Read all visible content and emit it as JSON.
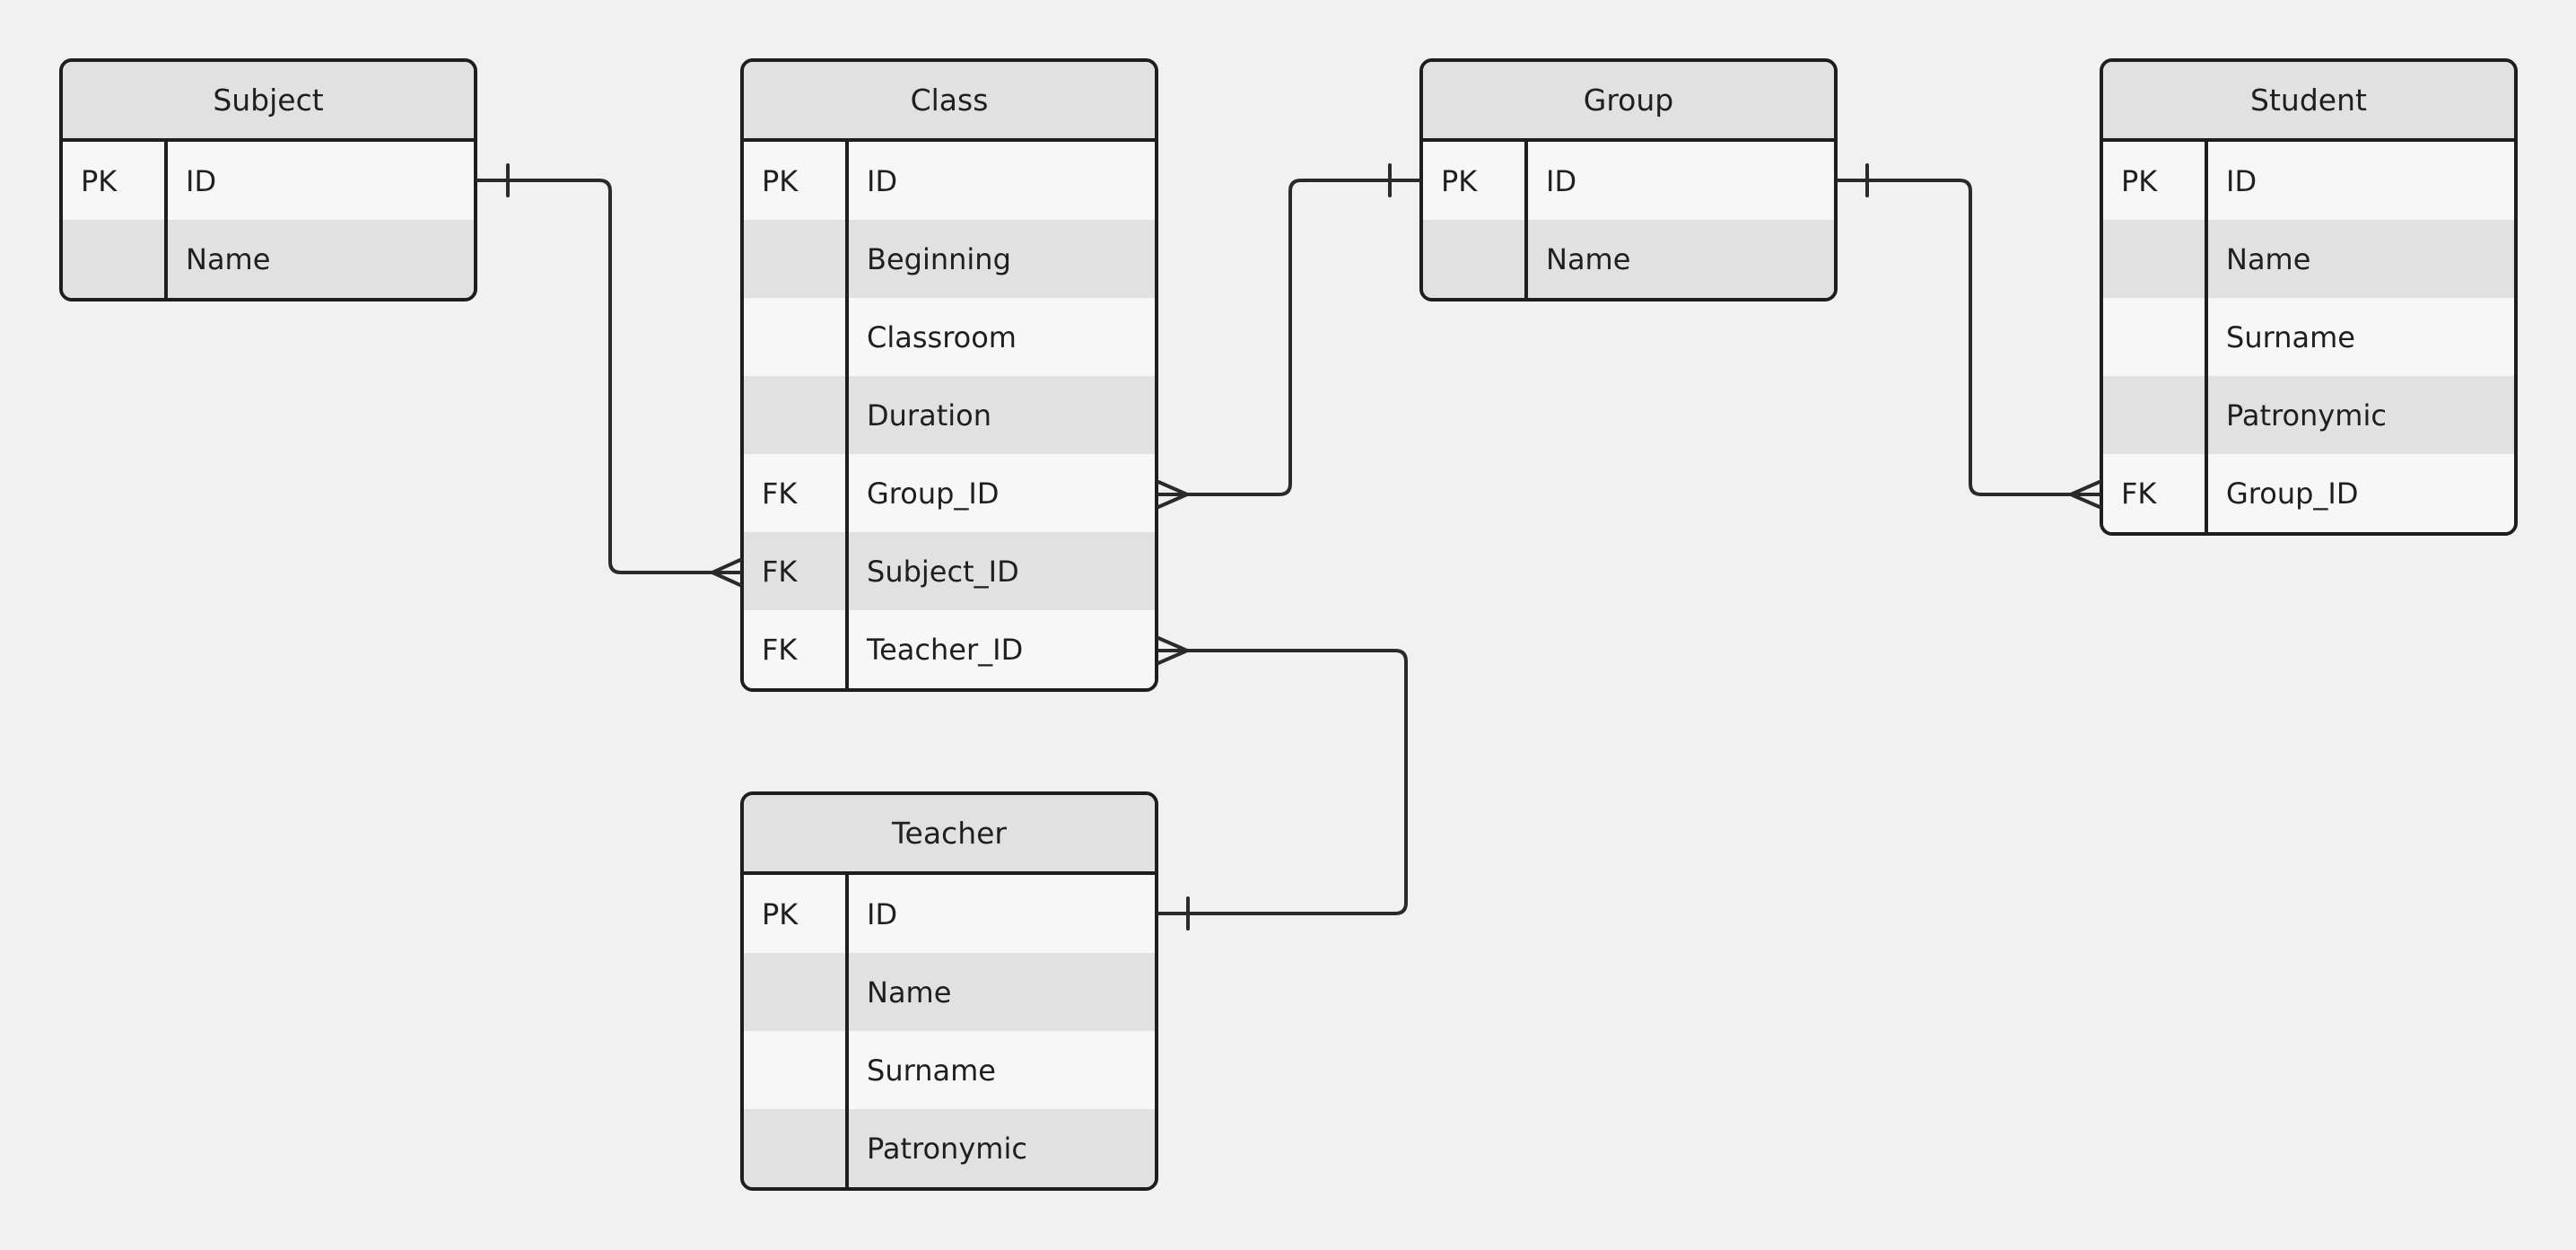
{
  "entities": {
    "subject": {
      "title": "Subject",
      "rows": [
        {
          "key": "PK",
          "field": "ID"
        },
        {
          "key": "",
          "field": "Name"
        }
      ]
    },
    "class": {
      "title": "Class",
      "rows": [
        {
          "key": "PK",
          "field": "ID"
        },
        {
          "key": "",
          "field": "Beginning"
        },
        {
          "key": "",
          "field": "Classroom"
        },
        {
          "key": "",
          "field": "Duration"
        },
        {
          "key": "FK",
          "field": "Group_ID"
        },
        {
          "key": "FK",
          "field": "Subject_ID"
        },
        {
          "key": "FK",
          "field": "Teacher_ID"
        }
      ]
    },
    "group": {
      "title": "Group",
      "rows": [
        {
          "key": "PK",
          "field": "ID"
        },
        {
          "key": "",
          "field": "Name"
        }
      ]
    },
    "student": {
      "title": "Student",
      "rows": [
        {
          "key": "PK",
          "field": "ID"
        },
        {
          "key": "",
          "field": "Name"
        },
        {
          "key": "",
          "field": "Surname"
        },
        {
          "key": "",
          "field": "Patronymic"
        },
        {
          "key": "FK",
          "field": "Group_ID"
        }
      ]
    },
    "teacher": {
      "title": "Teacher",
      "rows": [
        {
          "key": "PK",
          "field": "ID"
        },
        {
          "key": "",
          "field": "Name"
        },
        {
          "key": "",
          "field": "Surname"
        },
        {
          "key": "",
          "field": "Patronymic"
        }
      ]
    }
  },
  "colors": {
    "background": "#f1f1f1",
    "border": "#1e1e1e",
    "header": "#e1e1e1",
    "row_light": "#f7f7f7",
    "row_dark": "#e1e1e1"
  }
}
